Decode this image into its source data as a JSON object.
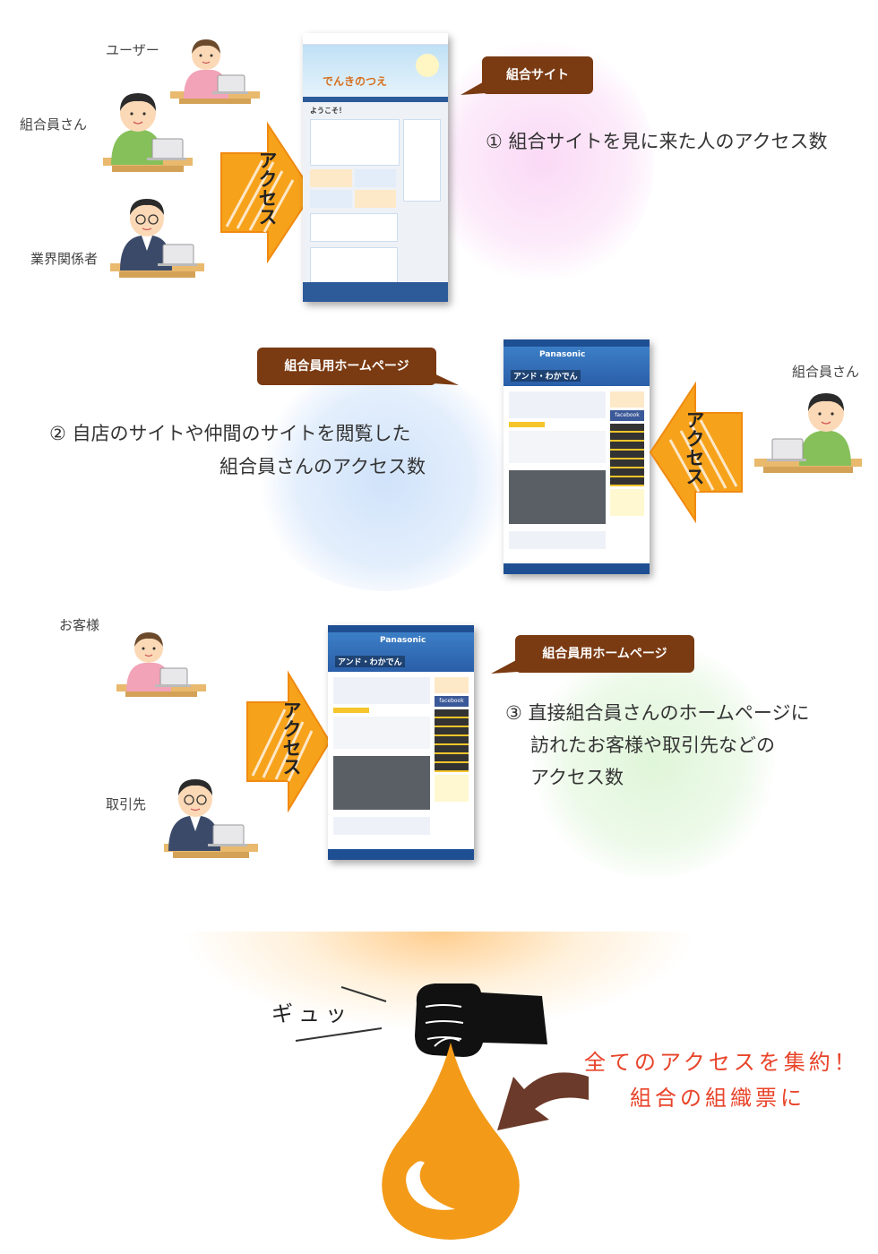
{
  "section1": {
    "tag": "組合サイト",
    "description": "① 組合サイトを見に来た人のアクセス数",
    "people": [
      "ユーザー",
      "組合員さん",
      "業界関係者"
    ],
    "arrow_label": "アクセス",
    "mock_title": "でんきのつえ",
    "mock_welcome": "ようこそ！"
  },
  "section2": {
    "tag": "組合員用ホームページ",
    "description_line1": "② 自店のサイトや仲間のサイトを閲覧した",
    "description_line2": "組合員さんのアクセス数",
    "people": [
      "組合員さん"
    ],
    "arrow_label": "アクセス",
    "mock_brand": "Panasonic",
    "mock_shop": "アンド・わかでん",
    "mock_social": "facebook"
  },
  "section3": {
    "tag": "組合員用ホームページ",
    "description_line1": "③ 直接組合員さんのホームページに",
    "description_line2": "訪れたお客様や取引先などの",
    "description_line3": "アクセス数",
    "people": [
      "お客様",
      "取引先"
    ],
    "arrow_label": "アクセス",
    "mock_brand": "Panasonic",
    "mock_shop": "アンド・わかでん",
    "mock_social": "facebook"
  },
  "bottom": {
    "squeeze_sound": "ギュッ",
    "message_line1": "全てのアクセスを集約！",
    "message_line2": "組合の組織票に"
  },
  "colors": {
    "arrow_orange": "#f7a21b",
    "tag_brown": "#7a3a12",
    "drop_orange": "#f39a18",
    "accent_red": "#e8442a"
  }
}
